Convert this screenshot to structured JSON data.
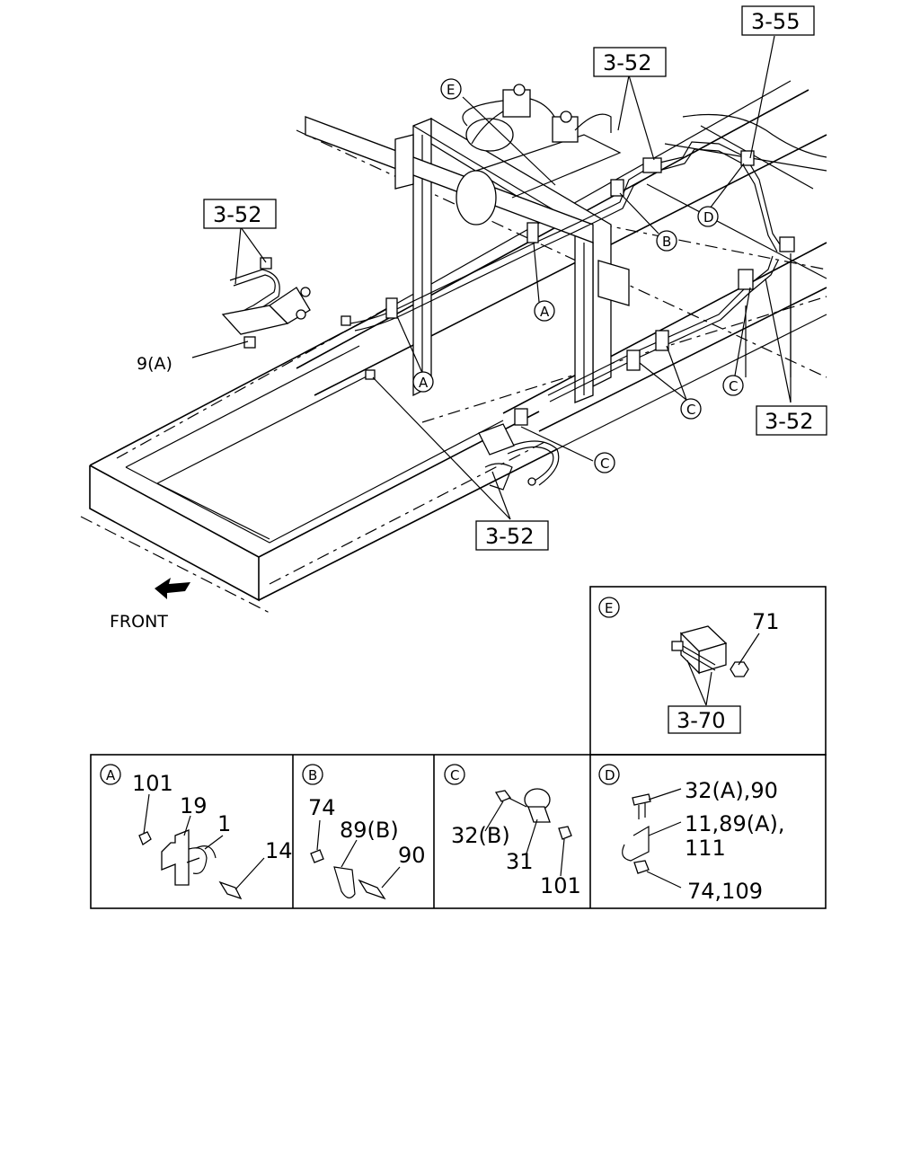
{
  "front_label": "FRONT",
  "references": {
    "top_right": "3-55",
    "top_center": "3-52",
    "left": "3-52",
    "right": "3-52",
    "bottom": "3-52",
    "detail_e": "3-70"
  },
  "callouts": {
    "main_9a": "9(A)",
    "main_a1": "A",
    "main_a2": "A",
    "main_b": "B",
    "main_c1": "C",
    "main_c2": "C",
    "main_c3": "C",
    "main_d": "D",
    "main_e": "E"
  },
  "details": {
    "a": {
      "tag": "A",
      "labels": [
        "101",
        "19",
        "1",
        "14"
      ]
    },
    "b": {
      "tag": "B",
      "labels": [
        "74",
        "89(B)",
        "90"
      ]
    },
    "c": {
      "tag": "C",
      "labels": [
        "32(B)",
        "31",
        "101"
      ]
    },
    "d": {
      "tag": "D",
      "labels": [
        "32(A),90",
        "11,89(A),",
        "111",
        "74,109"
      ]
    },
    "e": {
      "tag": "E",
      "labels": [
        "71"
      ]
    }
  }
}
